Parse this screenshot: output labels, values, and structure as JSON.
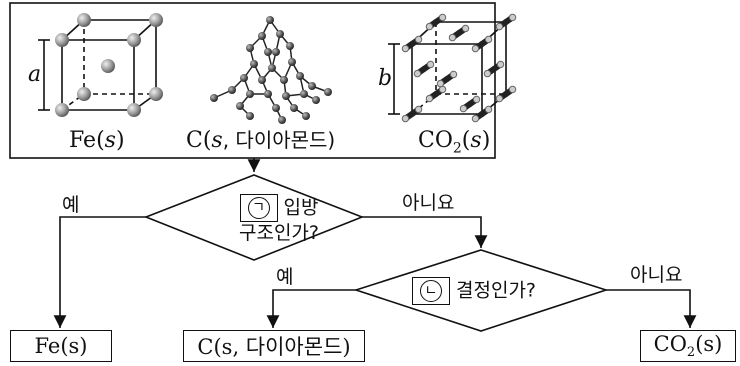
{
  "structures": {
    "fe": {
      "label_pre": "Fe(",
      "label_var": "s",
      "label_post": ")",
      "edge_var": "a"
    },
    "c": {
      "label_pre": "C(",
      "label_var": "s",
      "label_post": ", 다이아몬드)"
    },
    "co2": {
      "label_pre": "CO",
      "label_sub": "2",
      "label_mid": "(",
      "label_var": "s",
      "label_post": ")",
      "edge_var": "b"
    }
  },
  "decision1": {
    "marker": "ㄱ",
    "line1": "입방",
    "line2": "구조인가?",
    "yes": "예",
    "no": "아니요"
  },
  "decision2": {
    "marker": "ㄴ",
    "text": "결정인가?",
    "yes": "예",
    "no": "아니요"
  },
  "results": {
    "fe": "Fe(s)",
    "c": "C(s, 다이아몬드)",
    "co2_pre": "CO",
    "co2_sub": "2",
    "co2_post": "(s)"
  }
}
